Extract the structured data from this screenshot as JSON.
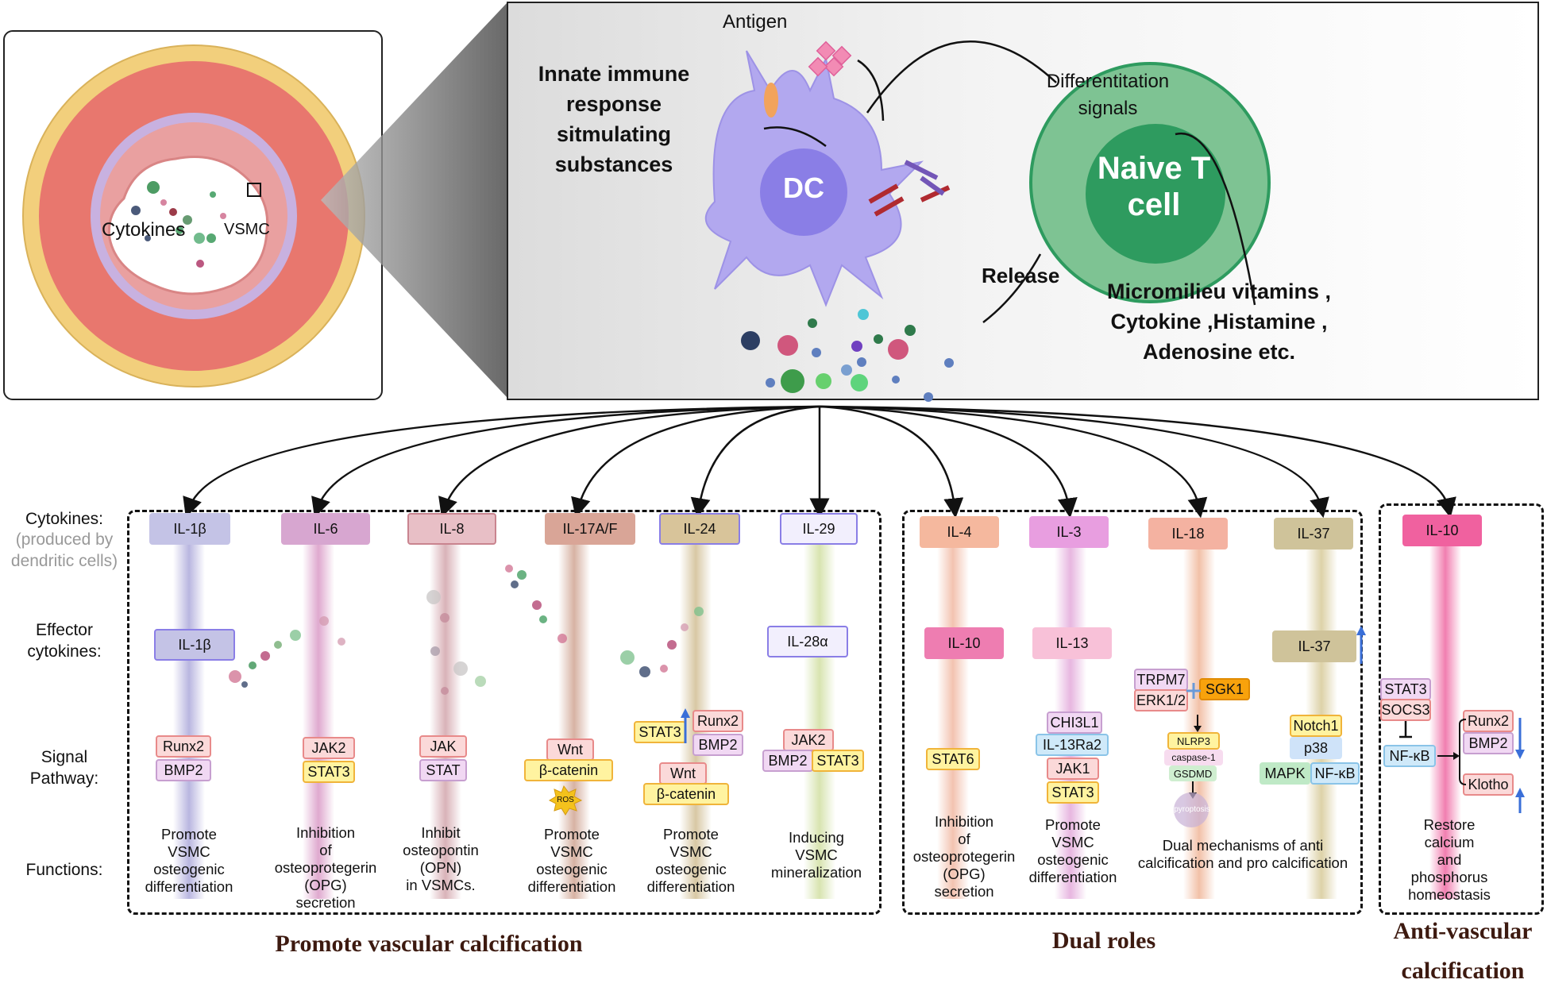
{
  "colors": {
    "vessel_outer": "#f2cf7c",
    "vessel_media": "#e8776e",
    "vessel_intima": "#c8b1e0",
    "dc": "#b2a8ef",
    "dc_nucleus": "#8a7ee6",
    "tcell_outer": "#7ec393",
    "tcell_inner": "#2e9b5f"
  },
  "vessel": {
    "cytokines_label": "Cytokines",
    "vsmc_label": "VSMC"
  },
  "top": {
    "antigen": "Antigen",
    "innate": [
      "Innate immune",
      "response sitmulating",
      "substances"
    ],
    "dc": "DC",
    "tcell": [
      "Naive T",
      "cell"
    ],
    "diff": [
      "Differentitation",
      "signals"
    ],
    "release": "Release",
    "micro": [
      "Micromilieu vitamins ,",
      "Cytokine ,Histamine ,",
      "Adenosine etc."
    ]
  },
  "row_labels": {
    "cytokines": "Cytokines:",
    "produced": [
      "(produced by",
      "dendritic cells)"
    ],
    "effector": [
      "Effector",
      "cytokines:"
    ],
    "signal": [
      "Signal",
      "Pathway:"
    ],
    "functions": "Functions:"
  },
  "columns": [
    {
      "cytokine": "IL-1β",
      "effector": "IL-1β",
      "signals": [
        "Runx2",
        "BMP2"
      ],
      "function": [
        "Promote",
        "VSMC",
        "osteogenic",
        "differentiation"
      ]
    },
    {
      "cytokine": "IL-6",
      "signals": [
        "JAK2",
        "STAT3"
      ],
      "function": [
        "Inhibition",
        "of",
        "osteoprotegerin",
        "(OPG)",
        "secretion"
      ]
    },
    {
      "cytokine": "IL-8",
      "signals": [
        "JAK",
        "STAT"
      ],
      "function": [
        "Inhibit",
        "osteopontin",
        "(OPN)",
        "in VSMCs."
      ]
    },
    {
      "cytokine": "IL-17A/F",
      "signals": [
        "Wnt",
        "β-catenin"
      ],
      "ros": "ROS",
      "function": [
        "Promote",
        "VSMC",
        "osteogenic",
        "differentiation"
      ]
    },
    {
      "cytokine": "IL-24",
      "signals": [
        "STAT3",
        "Runx2",
        "BMP2",
        "Wnt",
        "β-catenin"
      ],
      "function": [
        "Promote",
        "VSMC",
        "osteogenic",
        "differentiation"
      ]
    },
    {
      "cytokine": "IL-29",
      "effector": "IL-28α",
      "signals": [
        "JAK2",
        "BMP2",
        "STAT3"
      ],
      "function": [
        "Inducing",
        "VSMC",
        "mineralization"
      ]
    },
    {
      "cytokine": "IL-4",
      "effector": "IL-10",
      "signals": [
        "STAT6"
      ],
      "function": [
        "Inhibition",
        "of",
        "osteoprotegerin",
        "(OPG)",
        "secretion"
      ]
    },
    {
      "cytokine": "IL-3",
      "effector": "IL-13",
      "signals": [
        "CHI3L1",
        "IL-13Ra2",
        "JAK1",
        "STAT3"
      ],
      "function": [
        "Promote",
        "VSMC",
        "osteogenic",
        "differentiation"
      ]
    },
    {
      "cytokine": "IL-18",
      "signals": [
        "TRPM7",
        "ERK1/2",
        "SGK1",
        "NLRP3",
        "caspase-1",
        "GSDMD"
      ],
      "pyroptosis": "pyroptosis",
      "function": [
        "Dual mechanisms of anti",
        "calcification and pro calcification"
      ]
    },
    {
      "cytokine": "IL-37",
      "effector": "IL-37",
      "signals": [
        "Notch1",
        "p38",
        "MAPK",
        "NF-κB"
      ]
    },
    {
      "cytokine": "IL-10",
      "signals": [
        "STAT3",
        "SOCS3",
        "NF-κB",
        "Runx2",
        "BMP2",
        "Klotho"
      ],
      "function": [
        "Restore",
        "calcium",
        "and",
        "phosphorus",
        "homeostasis"
      ]
    }
  ],
  "groups": {
    "promote": "Promote vascular calcification",
    "dual": "Dual roles",
    "anti": [
      "Anti-vascular",
      "calcification"
    ]
  }
}
